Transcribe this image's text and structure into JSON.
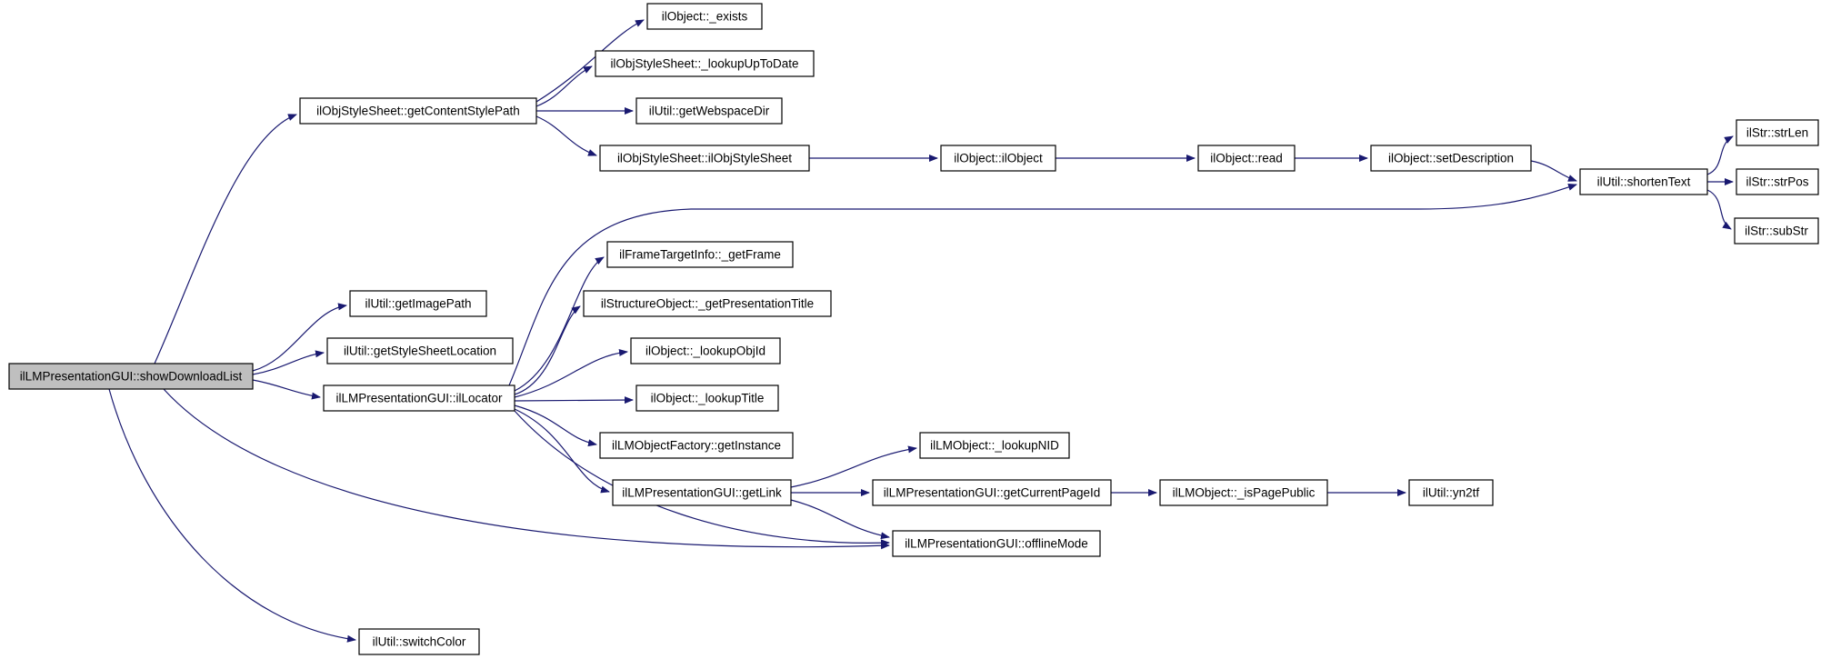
{
  "diagram": {
    "type": "call-graph",
    "tool_style": "doxygen",
    "colors": {
      "background": "#ffffff",
      "node_fill": "#ffffff",
      "node_border": "#000000",
      "highlight_fill": "#bfbfbf",
      "edge": "#191970",
      "text": "#000000"
    },
    "root": "ilLMPresentationGUI::showDownloadList",
    "nodes": [
      {
        "id": "showDownloadList",
        "label": "ilLMPresentationGUI::showDownloadList",
        "highlight": true
      },
      {
        "id": "getContentStylePath",
        "label": "ilObjStyleSheet::getContentStylePath"
      },
      {
        "id": "_exists",
        "label": "ilObject::_exists"
      },
      {
        "id": "_lookupUpToDate",
        "label": "ilObjStyleSheet::_lookupUpToDate"
      },
      {
        "id": "getWebspaceDir",
        "label": "ilUtil::getWebspaceDir"
      },
      {
        "id": "ilObjStyleSheet",
        "label": "ilObjStyleSheet::ilObjStyleSheet"
      },
      {
        "id": "ilObject",
        "label": "ilObject::ilObject"
      },
      {
        "id": "read",
        "label": "ilObject::read"
      },
      {
        "id": "setDescription",
        "label": "ilObject::setDescription"
      },
      {
        "id": "shortenText",
        "label": "ilUtil::shortenText"
      },
      {
        "id": "strLen",
        "label": "ilStr::strLen"
      },
      {
        "id": "strPos",
        "label": "ilStr::strPos"
      },
      {
        "id": "subStr",
        "label": "ilStr::subStr"
      },
      {
        "id": "getImagePath",
        "label": "ilUtil::getImagePath"
      },
      {
        "id": "getStyleSheetLocation",
        "label": "ilUtil::getStyleSheetLocation"
      },
      {
        "id": "ilLocator",
        "label": "ilLMPresentationGUI::ilLocator"
      },
      {
        "id": "_getFrame",
        "label": "ilFrameTargetInfo::_getFrame"
      },
      {
        "id": "_getPresentationTitle",
        "label": "ilStructureObject::_getPresentationTitle"
      },
      {
        "id": "_lookupObjId",
        "label": "ilObject::_lookupObjId"
      },
      {
        "id": "_lookupTitle",
        "label": "ilObject::_lookupTitle"
      },
      {
        "id": "getInstance",
        "label": "ilLMObjectFactory::getInstance"
      },
      {
        "id": "getLink",
        "label": "ilLMPresentationGUI::getLink"
      },
      {
        "id": "_lookupNID",
        "label": "ilLMObject::_lookupNID"
      },
      {
        "id": "getCurrentPageId",
        "label": "ilLMPresentationGUI::getCurrentPageId"
      },
      {
        "id": "_isPagePublic",
        "label": "ilLMObject::_isPagePublic"
      },
      {
        "id": "yn2tf",
        "label": "ilUtil::yn2tf"
      },
      {
        "id": "offlineMode",
        "label": "ilLMPresentationGUI::offlineMode"
      },
      {
        "id": "switchColor",
        "label": "ilUtil::switchColor"
      }
    ],
    "edges": [
      {
        "from": "showDownloadList",
        "to": "getContentStylePath"
      },
      {
        "from": "showDownloadList",
        "to": "getImagePath"
      },
      {
        "from": "showDownloadList",
        "to": "getStyleSheetLocation"
      },
      {
        "from": "showDownloadList",
        "to": "ilLocator"
      },
      {
        "from": "showDownloadList",
        "to": "offlineMode"
      },
      {
        "from": "showDownloadList",
        "to": "switchColor"
      },
      {
        "from": "getContentStylePath",
        "to": "_exists"
      },
      {
        "from": "getContentStylePath",
        "to": "_lookupUpToDate"
      },
      {
        "from": "getContentStylePath",
        "to": "getWebspaceDir"
      },
      {
        "from": "getContentStylePath",
        "to": "ilObjStyleSheet"
      },
      {
        "from": "ilObjStyleSheet",
        "to": "ilObject"
      },
      {
        "from": "ilObject",
        "to": "read"
      },
      {
        "from": "read",
        "to": "setDescription"
      },
      {
        "from": "setDescription",
        "to": "shortenText"
      },
      {
        "from": "shortenText",
        "to": "strLen"
      },
      {
        "from": "shortenText",
        "to": "strPos"
      },
      {
        "from": "shortenText",
        "to": "subStr"
      },
      {
        "from": "ilLocator",
        "to": "shortenText"
      },
      {
        "from": "ilLocator",
        "to": "_getFrame"
      },
      {
        "from": "ilLocator",
        "to": "_getPresentationTitle"
      },
      {
        "from": "ilLocator",
        "to": "_lookupObjId"
      },
      {
        "from": "ilLocator",
        "to": "_lookupTitle"
      },
      {
        "from": "ilLocator",
        "to": "getInstance"
      },
      {
        "from": "ilLocator",
        "to": "getLink"
      },
      {
        "from": "ilLocator",
        "to": "offlineMode"
      },
      {
        "from": "getLink",
        "to": "_lookupNID"
      },
      {
        "from": "getLink",
        "to": "getCurrentPageId"
      },
      {
        "from": "getLink",
        "to": "offlineMode"
      },
      {
        "from": "getCurrentPageId",
        "to": "_isPagePublic"
      },
      {
        "from": "_isPagePublic",
        "to": "yn2tf"
      }
    ]
  }
}
